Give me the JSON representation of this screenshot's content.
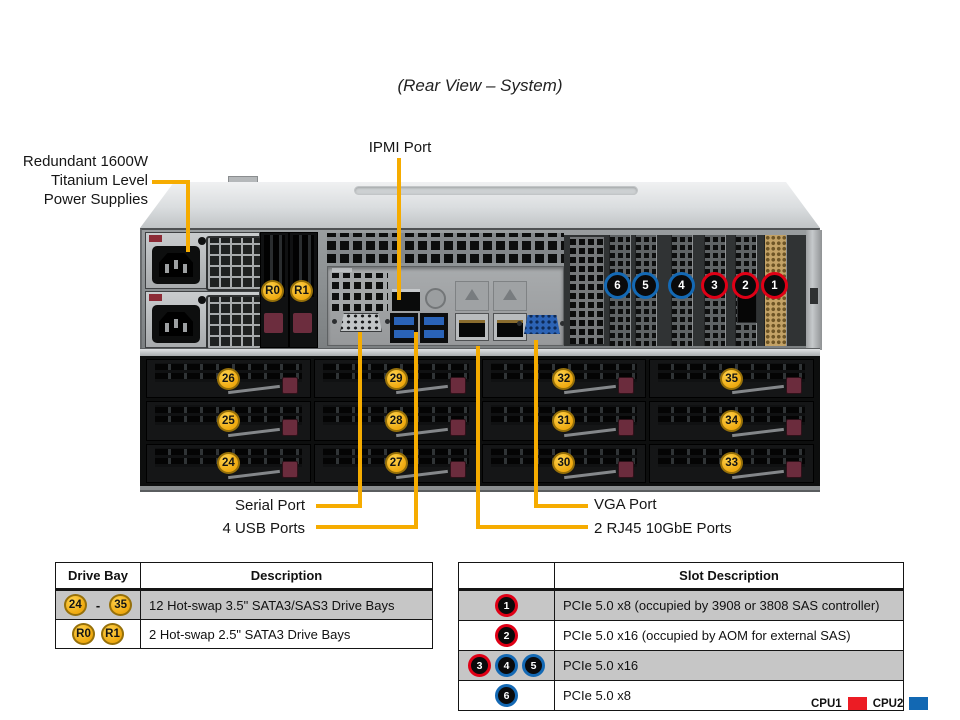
{
  "title": "(Rear View – System)",
  "labels": {
    "psu_line1": "Redundant 1600W",
    "psu_line2": "Titanium Level",
    "psu_line3": "Power Supplies",
    "ipmi": "IPMI Port",
    "serial": "Serial Port",
    "usb": "4 USB Ports",
    "vga": "VGA Port",
    "rj45": "2 RJ45 10GbE Ports"
  },
  "chassis": {
    "psu_bay_badges": [
      "R0",
      "R1"
    ],
    "pcie_slot_badges": [
      {
        "num": "6",
        "color": "blue"
      },
      {
        "num": "5",
        "color": "blue"
      },
      {
        "num": "4",
        "color": "blue"
      },
      {
        "num": "3",
        "color": "red"
      },
      {
        "num": "2",
        "color": "red"
      },
      {
        "num": "1",
        "color": "red"
      }
    ],
    "drive_badge_rows": [
      [
        "26",
        "29",
        "32",
        "35"
      ],
      [
        "25",
        "28",
        "31",
        "34"
      ],
      [
        "24",
        "27",
        "30",
        "33"
      ]
    ]
  },
  "drive_table": {
    "headers": [
      "Drive Bay",
      "Description"
    ],
    "rows": [
      {
        "badge_start": "24",
        "separator": "-",
        "badge_end": "35",
        "description": "12 Hot-swap 3.5\" SATA3/SAS3 Drive Bays"
      },
      {
        "badge_start": "R0",
        "separator": "",
        "badge_end": "R1",
        "description": "2 Hot-swap 2.5\" SATA3 Drive Bays"
      }
    ]
  },
  "slot_table": {
    "header": "Slot Description",
    "rows": [
      {
        "badges": [
          {
            "num": "1",
            "color": "red"
          }
        ],
        "description": "PCIe 5.0 x8 (occupied by 3908 or 3808 SAS controller)"
      },
      {
        "badges": [
          {
            "num": "2",
            "color": "red"
          }
        ],
        "description": "PCIe 5.0 x16 (occupied by AOM for external SAS)"
      },
      {
        "badges": [
          {
            "num": "3",
            "color": "red"
          },
          {
            "num": "4",
            "color": "blue"
          },
          {
            "num": "5",
            "color": "blue"
          }
        ],
        "description": "PCIe 5.0 x16"
      },
      {
        "badges": [
          {
            "num": "6",
            "color": "blue"
          }
        ],
        "description": "PCIe 5.0 x8"
      }
    ]
  },
  "legend": {
    "cpu1": "CPU1",
    "cpu2": "CPU2"
  },
  "colors": {
    "callout_yellow": "#F6AC00",
    "badge_yellow": "#F0AD12",
    "slot_red": "#DF0016",
    "slot_blue": "#1469B4",
    "row_gray": "#C6C6C6",
    "cpu1_red": "#EC1C24",
    "cpu2_blue": "#1268B3"
  }
}
